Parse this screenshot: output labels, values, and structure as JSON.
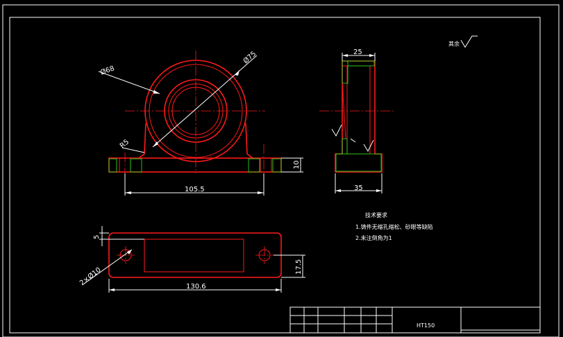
{
  "dimensions": {
    "front_dia_small": "Ø68",
    "front_dia_large": "Ø75",
    "front_radius": "R5",
    "front_width": "105.5",
    "front_thickness": "10",
    "side_top_width": "25",
    "side_base_width": "35",
    "top_length": "130.6",
    "top_offset": "5",
    "top_depth": "17.5",
    "top_holes": "2×Ø10"
  },
  "notes": {
    "title": "技术要求",
    "line1": "1.铸件无缩孔缩松、砂眼等缺陷",
    "line2": "2.未注倒角为1"
  },
  "surface_mark": "其余",
  "title_block": {
    "material": "HT150"
  },
  "colors": {
    "background": "#000000",
    "border": "#ffffff",
    "outline": "#ff1a1a",
    "hatch": "#1fd61f"
  }
}
